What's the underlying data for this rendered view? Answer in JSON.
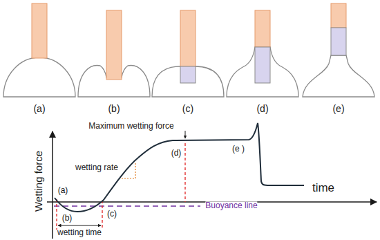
{
  "diagram": {
    "labels": [
      "(a)",
      "(b)",
      "(c)",
      "(d)",
      "(e)",
      "Wetting force",
      "time",
      "Maximum wetting force",
      "wetting rate",
      "(a)",
      "(b)",
      "(c)",
      "(d)",
      "(e )",
      "Buoyance line",
      "wetting time"
    ]
  }
}
